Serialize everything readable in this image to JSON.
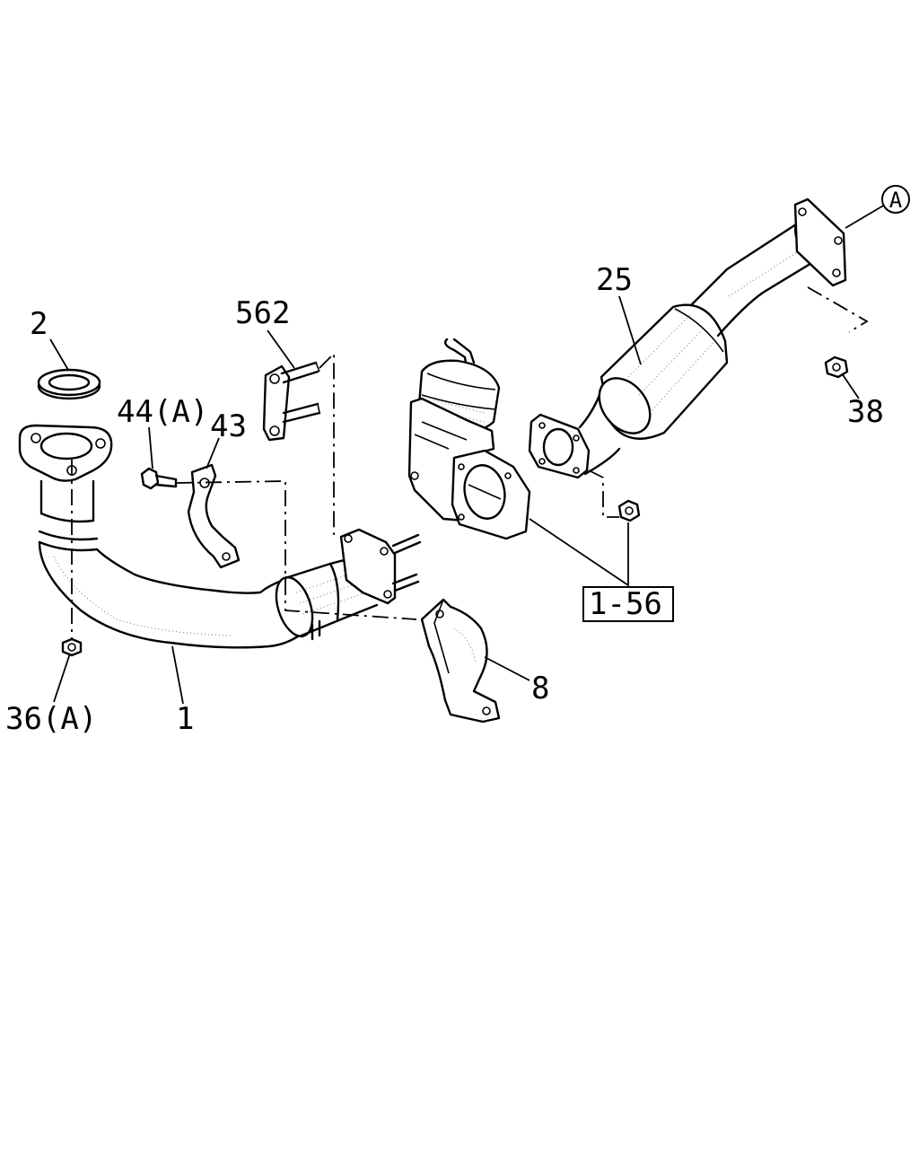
{
  "labels": {
    "p2": "2",
    "p562": "562",
    "p44a": "44(A)",
    "p43": "43",
    "p25": "25",
    "p38": "38",
    "p1_56": "1-56",
    "p8": "8",
    "p36a": "36(A)",
    "p1": "1",
    "ref_a": "A"
  }
}
